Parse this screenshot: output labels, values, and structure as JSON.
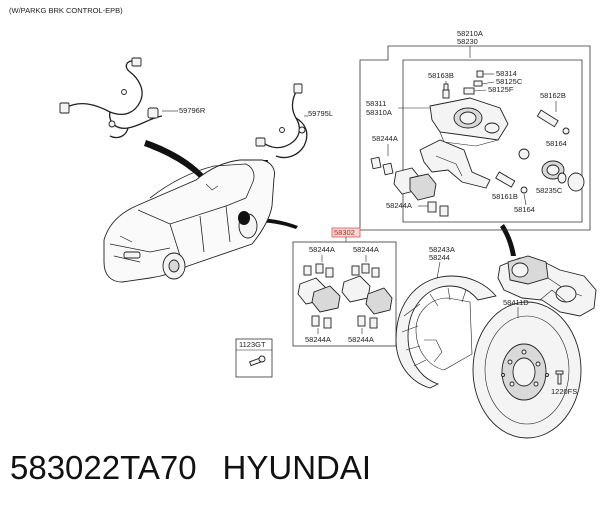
{
  "header_note": "(W/PARKG BRK CONTROL-EPB)",
  "labels": {
    "l59796R": "59796R",
    "l59795L": "59795L",
    "l58210A": "58210A",
    "l58230": "58230",
    "l58163B": "58163B",
    "l58314": "58314",
    "l58125C": "58125C",
    "l58125F": "58125F",
    "l58162B": "58162B",
    "l58311": "58311",
    "l58310A": "58310A",
    "l58244A_a": "58244A",
    "l58164_a": "58164",
    "l58161B": "58161B",
    "l58235C": "58235C",
    "l58244A_b": "58244A",
    "l58164_b": "58164",
    "l58302": "58302",
    "l58244A_c": "58244A",
    "l58244A_d": "58244A",
    "l58244A_e": "58244A",
    "l58244A_f": "58244A",
    "l58243A": "58243A",
    "l58244": "58244",
    "l58411D": "58411D",
    "l1123GT": "1123GT",
    "l1220FS": "1220FS"
  },
  "footer": {
    "part_number": "583022TA70",
    "brand": "HYUNDAI"
  },
  "colors": {
    "highlight": "#d9534f",
    "line": "#222222"
  }
}
